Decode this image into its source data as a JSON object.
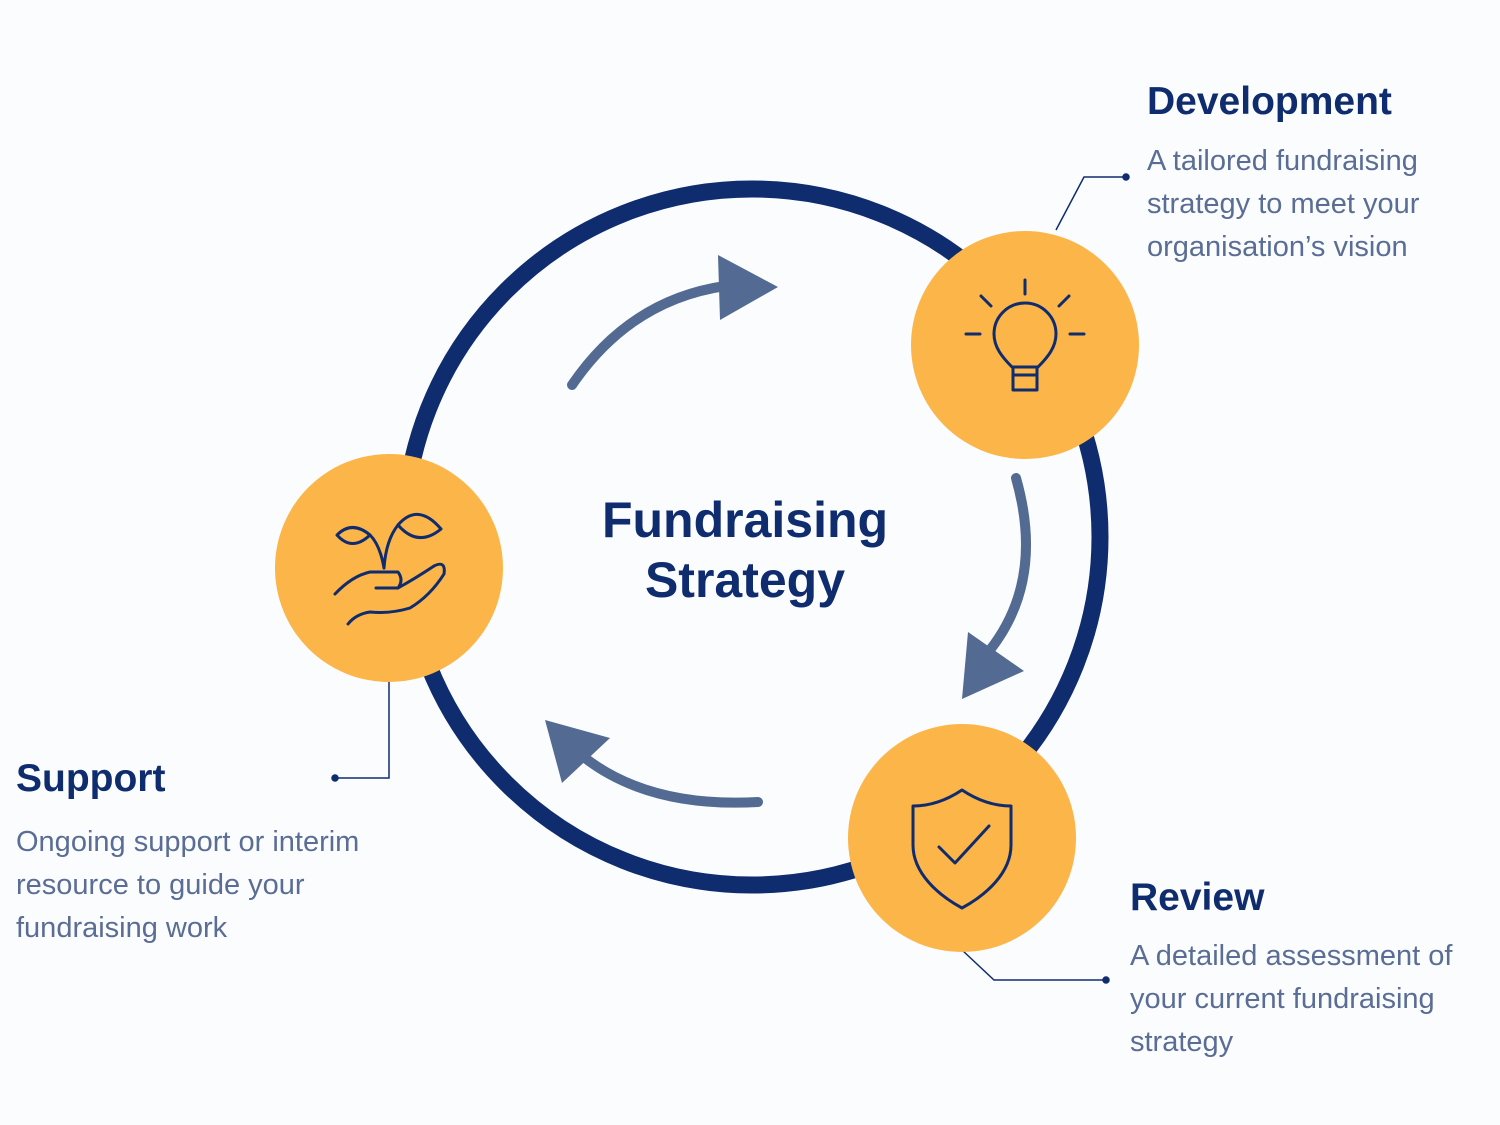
{
  "center": {
    "line1": "Fundraising",
    "line2": "Strategy"
  },
  "stages": {
    "development": {
      "title": "Development",
      "lines": [
        "A tailored fundraising",
        "strategy to meet your",
        "organisation’s vision"
      ],
      "icon": "lightbulb-icon"
    },
    "review": {
      "title": "Review",
      "lines": [
        "A detailed assessment of",
        "your current fundraising",
        "strategy"
      ],
      "icon": "shield-check-icon"
    },
    "support": {
      "title": "Support",
      "lines": [
        "Ongoing support or interim",
        "resource to guide your",
        "fundraising work"
      ],
      "icon": "hand-sprout-icon"
    }
  },
  "colors": {
    "ring": "#0f2c6e",
    "node_fill": "#fbb549",
    "arrow": "#536a92",
    "heading": "#0f2c6e",
    "text": "#5a6d95"
  }
}
